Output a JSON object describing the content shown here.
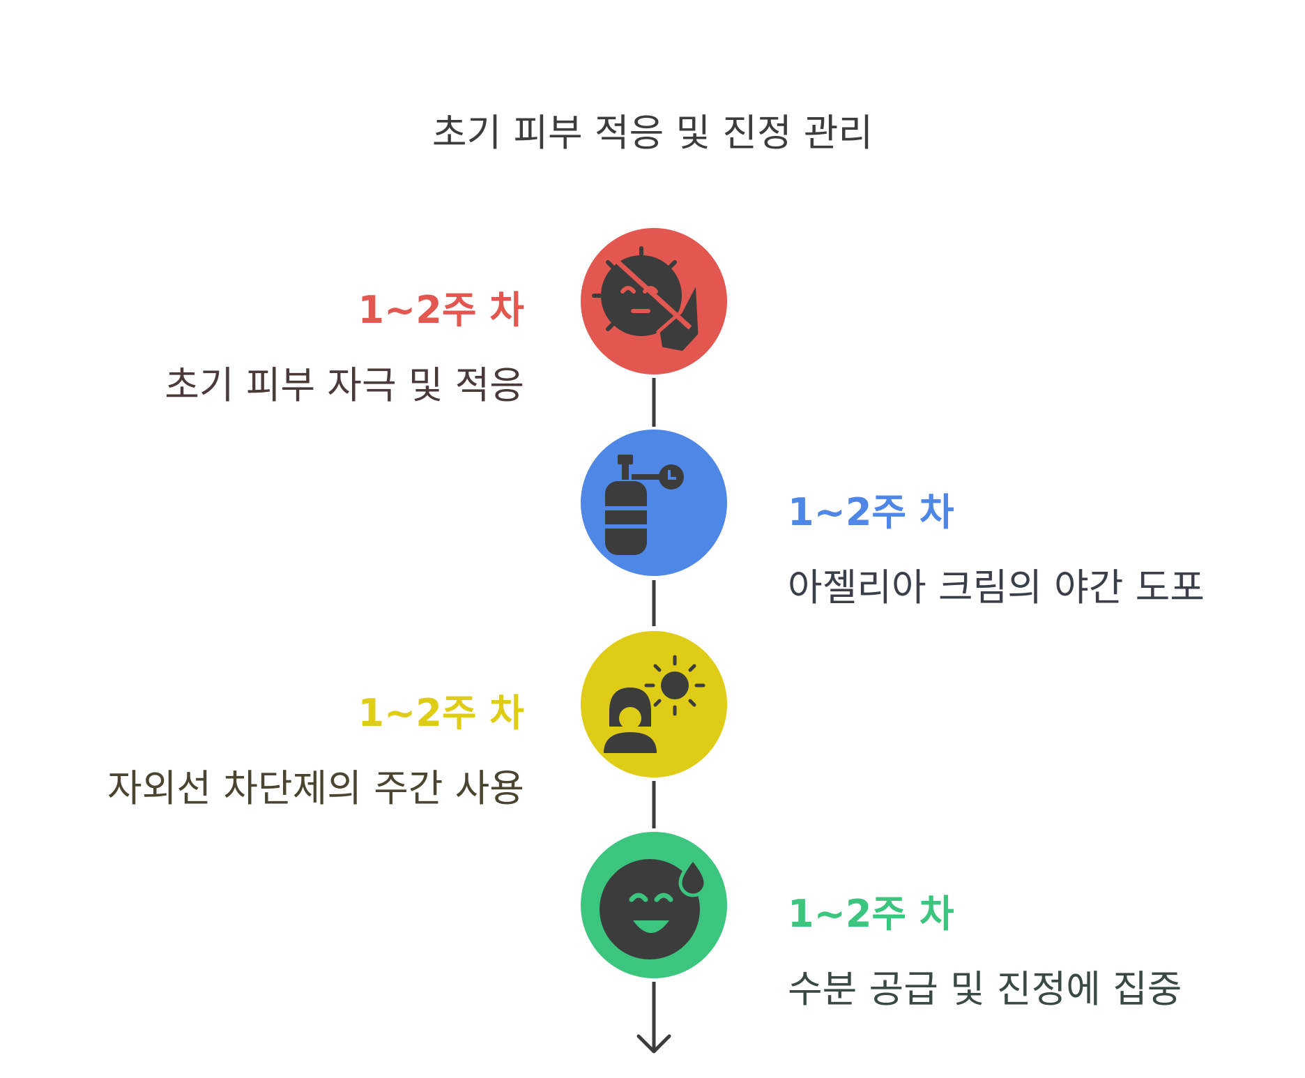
{
  "title": "초기 피부 적응 및 진정 관리",
  "steps": [
    {
      "label": "1~2주 차",
      "description": "초기 피부 자극 및 적응",
      "side": "left",
      "color": "#e2574f",
      "text_color": "#4a3a3a",
      "icon": "irritated-face-icon"
    },
    {
      "label": "1~2주 차",
      "description": "아젤리아 크림의 야간 도포",
      "side": "right",
      "color": "#4f87e6",
      "text_color": "#3a3f4a",
      "icon": "spray-bottle-icon"
    },
    {
      "label": "1~2주 차",
      "description": "자외선 차단제의 주간 사용",
      "side": "left",
      "color": "#dfcc17",
      "text_color": "#4a4530",
      "icon": "woman-sun-icon"
    },
    {
      "label": "1~2주 차",
      "description": "수분 공급 및 진정에 집중",
      "side": "right",
      "color": "#3bc57f",
      "text_color": "#3a4a42",
      "icon": "sweat-smile-face-icon"
    }
  ],
  "colors": {
    "line": "#3c3c3c",
    "icon": "#3c3c3c"
  }
}
